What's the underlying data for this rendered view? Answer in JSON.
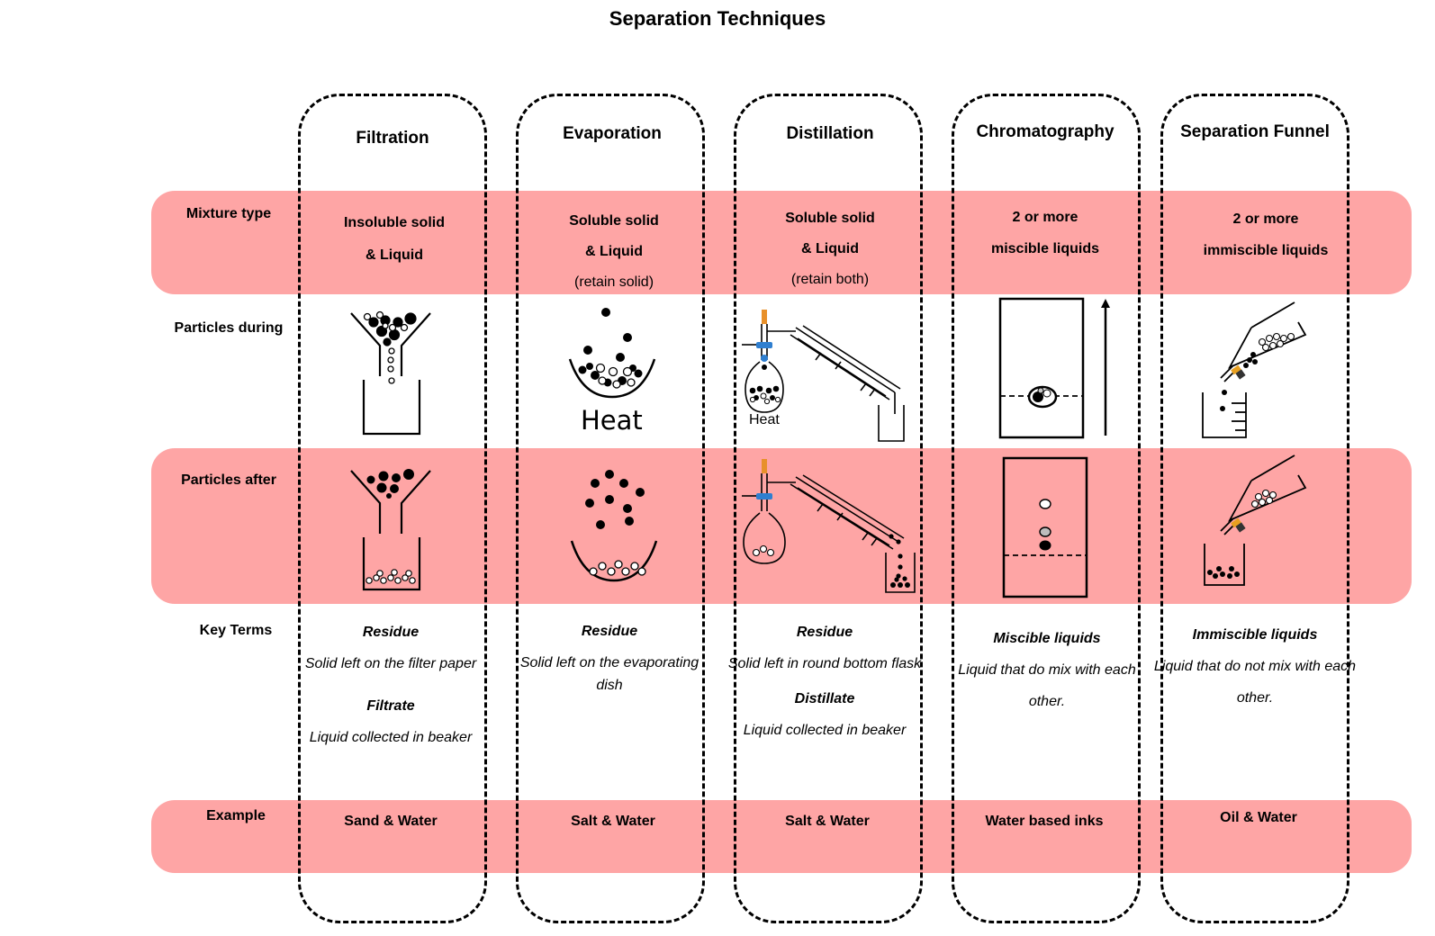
{
  "title": "Separation Techniques",
  "row_labels": {
    "mixture_type": "Mixture type",
    "particles_during": "Particles during",
    "particles_after": "Particles after",
    "key_terms": "Key Terms",
    "example": "Example"
  },
  "columns": [
    {
      "name": "Filtration",
      "mixture": [
        "Insoluble solid",
        "& Liquid"
      ],
      "mixture_note": "",
      "key_terms": [
        {
          "term": "Residue",
          "def": [
            "Solid left on the filter",
            "paper"
          ]
        },
        {
          "term": "Filtrate",
          "def": [
            "Liquid collected in",
            "beaker"
          ]
        }
      ],
      "example": "Sand & Water"
    },
    {
      "name": "Evaporation",
      "mixture": [
        "Soluble solid",
        "& Liquid"
      ],
      "mixture_note": "(retain solid)",
      "key_terms": [
        {
          "term": "Residue",
          "def": [
            "Solid left on the",
            "evaporating dish"
          ]
        }
      ],
      "example": "Salt & Water"
    },
    {
      "name": "Distillation",
      "mixture": [
        "Soluble solid",
        "& Liquid"
      ],
      "mixture_note": "(retain both)",
      "key_terms": [
        {
          "term": "Residue",
          "def": [
            "Solid left in round",
            "bottom flask"
          ]
        },
        {
          "term": "Distillate",
          "def": [
            "Liquid collected in",
            "beaker"
          ]
        }
      ],
      "example": "Salt & Water"
    },
    {
      "name": "Chromatography",
      "mixture": [
        "2 or more",
        "miscible liquids"
      ],
      "mixture_note": "",
      "key_terms": [
        {
          "term": "Miscible liquids",
          "def": [
            "Liquid that do",
            "mix with each other."
          ]
        }
      ],
      "example": "Water based inks"
    },
    {
      "name": "Separation Funnel",
      "mixture": [
        "2 or more",
        "immiscible liquids"
      ],
      "mixture_note": "",
      "key_terms": [
        {
          "term": "Immiscible liquids",
          "def": [
            "Liquid that do not",
            "mix with each other."
          ]
        }
      ],
      "example": "Oil & Water"
    }
  ],
  "heat_labels": {
    "evaporation": "Heat",
    "distillation": "Heat"
  },
  "colors": {
    "band": "#fea5a5",
    "stopper": "#e8902a",
    "clamp": "#2f7fd0",
    "tap": "#e8a020"
  }
}
